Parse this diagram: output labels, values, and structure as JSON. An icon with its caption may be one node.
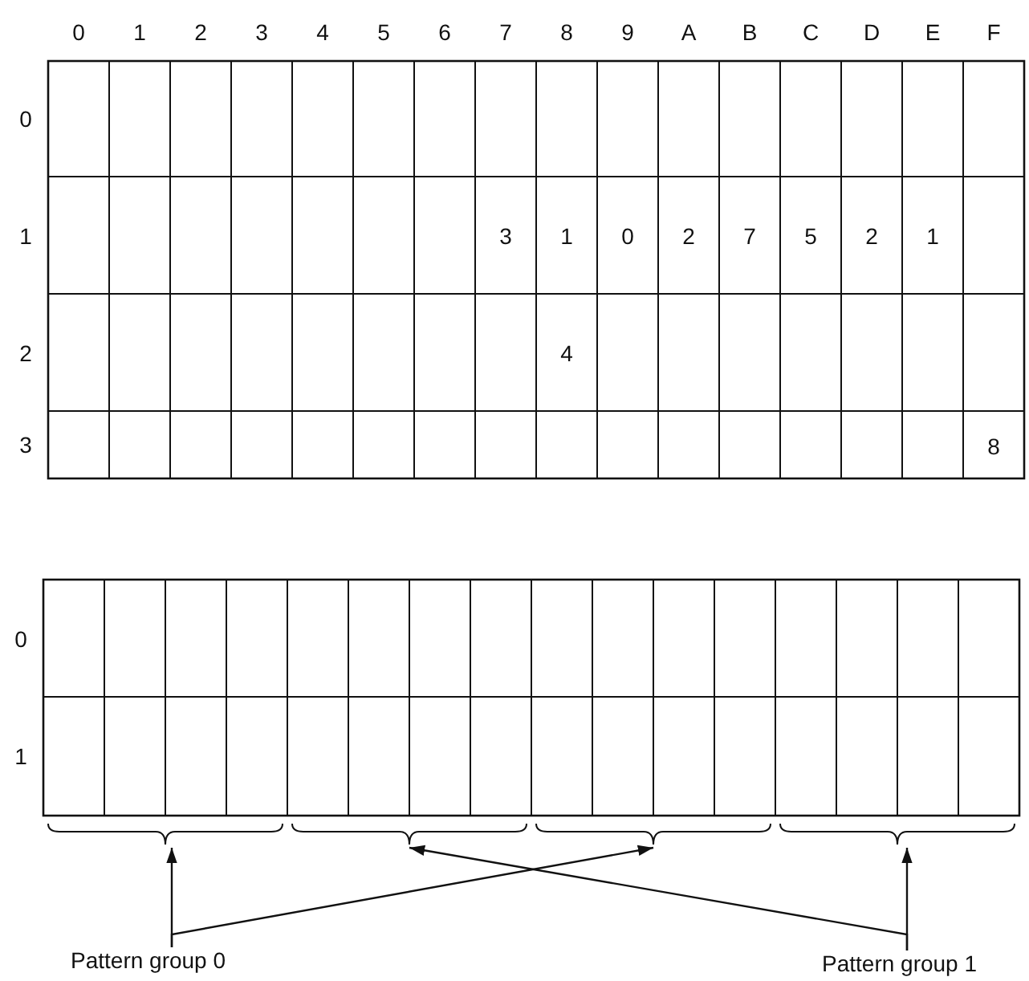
{
  "diagram": {
    "nodes": [
      {
        "text": [],
        "shape": "bracket"
      },
      {
        "text": [],
        "shape": "bracket"
      },
      {
        "text": [],
        "shape": "bracket"
      },
      {
        "text": [],
        "shape": "bracket"
      },
      {
        "text": [
          "Pattern group 0"
        ]
      },
      {
        "text": [
          "Pattern group 1"
        ]
      }
    ],
    "edges": [
      {
        "from": 4,
        "to": 0,
        "arrow": "to"
      },
      {
        "from": 4,
        "to": 2,
        "arrow": "to"
      },
      {
        "from": 5,
        "to": 1,
        "arrow": "to"
      },
      {
        "from": 5,
        "to": 3,
        "arrow": "to"
      }
    ],
    "labels": [
      "0",
      "1",
      "2",
      "3",
      "4",
      "5",
      "6",
      "7",
      "8",
      "9",
      "A",
      "B",
      "C",
      "D",
      "E",
      "F",
      "0",
      "1",
      "3",
      "1",
      "0",
      "2",
      "7",
      "5",
      "2",
      "1",
      "2",
      "4",
      "3",
      "8",
      "0",
      "1"
    ]
  }
}
